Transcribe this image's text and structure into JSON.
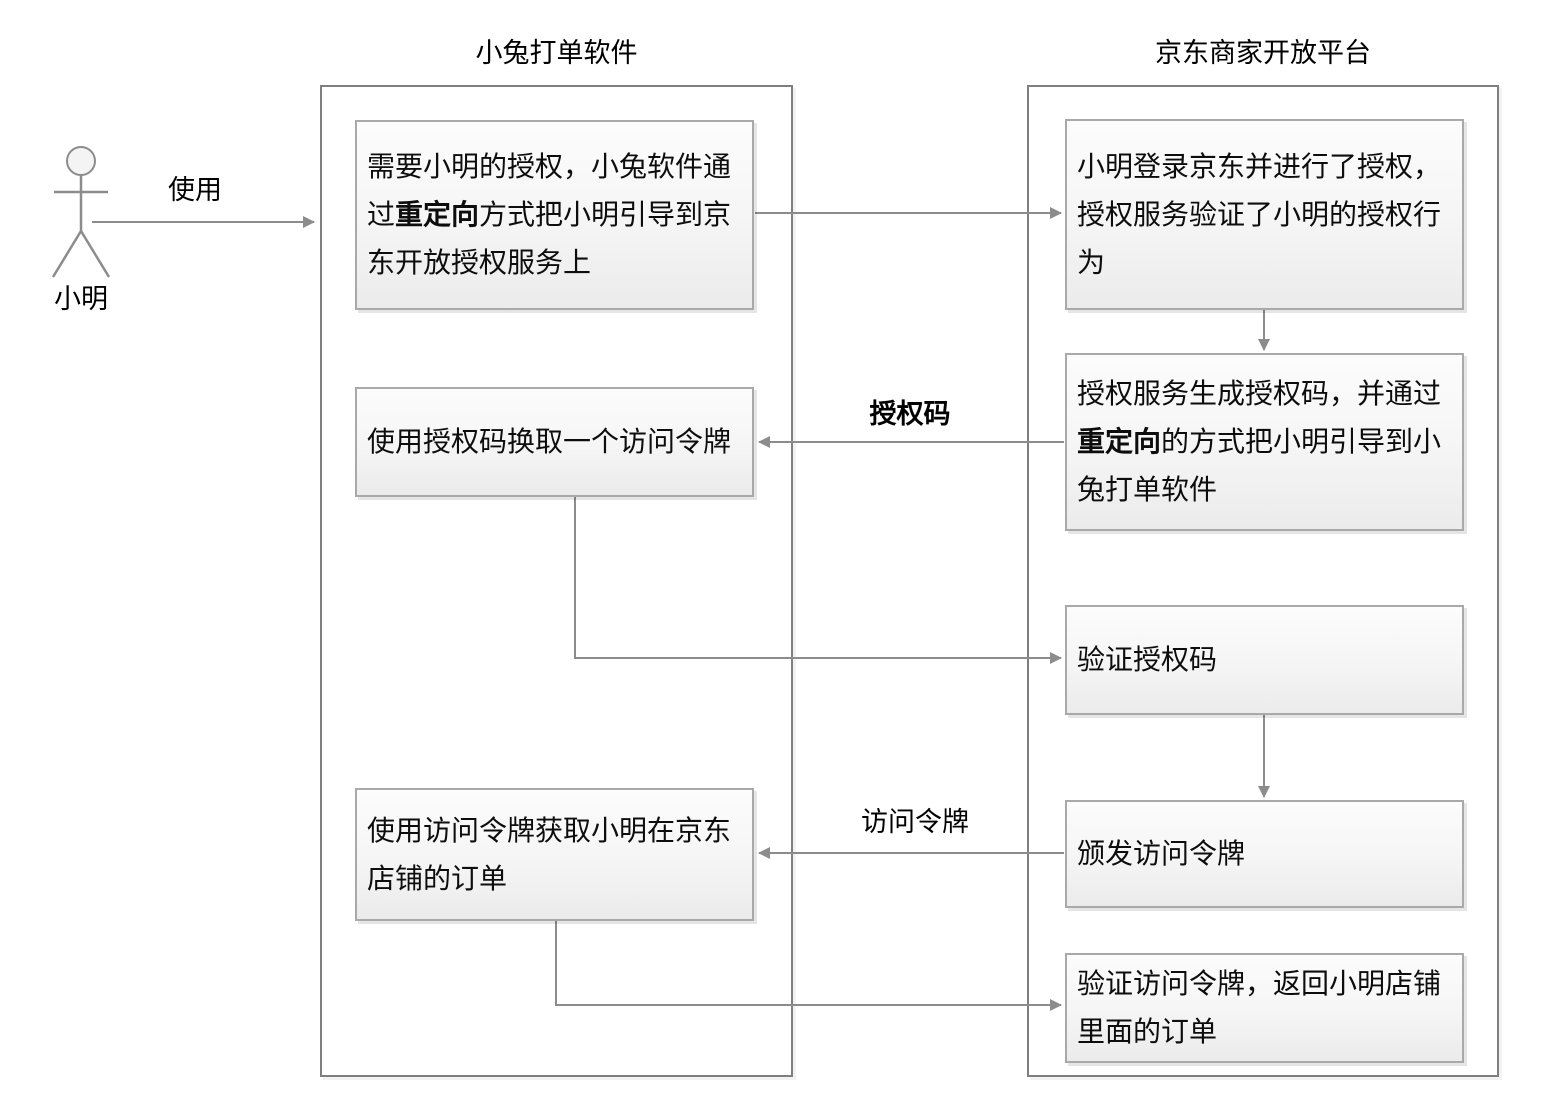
{
  "diagram_type": "sequence-flow-diagram",
  "colors": {
    "background": "#ffffff",
    "lane_border": "#7f7f7f",
    "node_border": "#a9a9a9",
    "node_fill_top": "#fcfcfc",
    "node_fill_bottom": "#ebebeb",
    "connector": "#8c8c8c",
    "text": "#0d0d0d"
  },
  "actor": {
    "name": "小明",
    "edge_label": "使用"
  },
  "lanes": {
    "left": {
      "title": "小兔打单软件"
    },
    "right": {
      "title": "京东商家开放平台"
    }
  },
  "left_boxes": {
    "box1": {
      "pre": "需要小明的授权，小兔软件通过",
      "bold": "重定向",
      "post": "方式把小明引导到京东开放授权服务上"
    },
    "box2": {
      "text": "使用授权码换取一个访问令牌"
    },
    "box3": {
      "text": "使用访问令牌获取小明在京东店铺的订单"
    }
  },
  "right_boxes": {
    "box1": {
      "text": "小明登录京东并进行了授权，授权服务验证了小明的授权行为"
    },
    "box2": {
      "pre": "授权服务生成授权码，并通过",
      "bold": "重定向",
      "post": "的方式把小明引导到小兔打单软件"
    },
    "box3": {
      "text": "验证授权码"
    },
    "box4": {
      "text": "颁发访问令牌"
    },
    "box5": {
      "text": "验证访问令牌，返回小明店铺里面的订单"
    }
  },
  "edge_labels": {
    "auth_code": "授权码",
    "access_token": "访问令牌"
  }
}
